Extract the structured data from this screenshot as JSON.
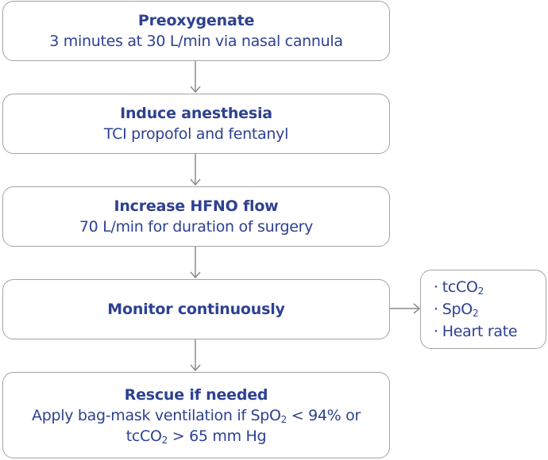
{
  "steps": [
    {
      "title": "Preoxygenate",
      "detail": "3 minutes at 30 L/min via nasal cannula"
    },
    {
      "title": "Induce anesthesia",
      "detail": "TCI propofol and fentanyl"
    },
    {
      "title": "Increase HFNO flow",
      "detail": "70 L/min for duration of surgery"
    },
    {
      "title": "Monitor continuously"
    },
    {
      "title": "Rescue if needed",
      "detail": {
        "part1": "Apply bag-mask ventilation if SpO",
        "sub1": "2",
        "part2": " < 94% or",
        "part3": "tcCO",
        "sub2": "2",
        "part4": " > 65 mm Hg"
      }
    }
  ],
  "monitor": {
    "bullet": "·",
    "items": [
      {
        "base": "tcCO",
        "sub": "2"
      },
      {
        "base": "SpO",
        "sub": "2"
      },
      {
        "base": "Heart rate",
        "sub": ""
      }
    ]
  },
  "colors": {
    "text": "#2d4191",
    "border": "#a3a3a3",
    "arrow": "#8c8c8c"
  }
}
